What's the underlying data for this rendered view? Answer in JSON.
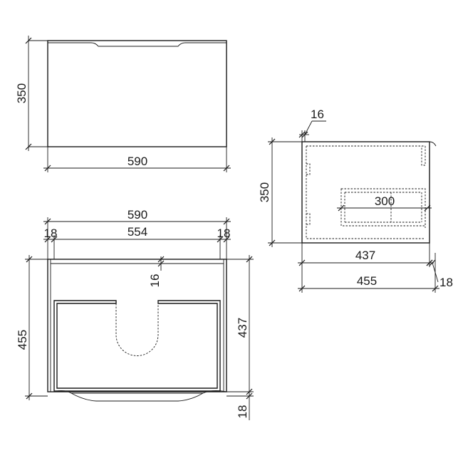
{
  "front_view": {
    "width_label": "590",
    "height_label": "350"
  },
  "side_view": {
    "top_label": "16",
    "height_label": "350",
    "drawer_label": "300",
    "depth_inner_label": "437",
    "depth_total_label": "455",
    "front_thickness_label": "18"
  },
  "plan_view": {
    "total_width_label": "590",
    "left_panel_label": "18",
    "inner_width_label": "554",
    "right_panel_label": "18",
    "back_label": "16",
    "depth_label": "455",
    "inner_depth_label": "437",
    "front_label": "18"
  },
  "colors": {
    "ink": "#1a1a1a",
    "background": "#ffffff"
  }
}
